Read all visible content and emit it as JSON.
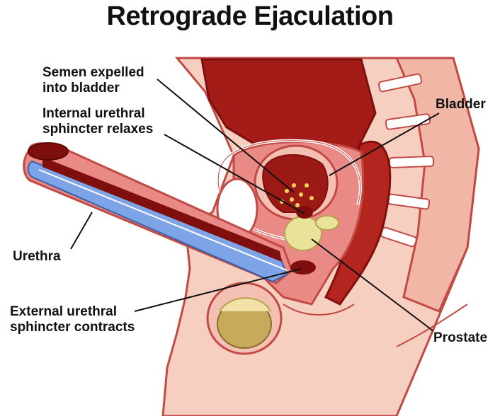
{
  "title": "Retrograde Ejaculation",
  "labels": {
    "semen_expelled": [
      "Semen expelled",
      "into bladder"
    ],
    "internal_sphincter": [
      "Internal urethral",
      "sphincter relaxes"
    ],
    "bladder": "Bladder",
    "urethra": "Urethra",
    "external_sphincter": [
      "External urethral",
      "sphincter contracts"
    ],
    "prostate": "Prostate"
  },
  "colors": {
    "skin": "#f7cfc0",
    "tissue": "#e98a86",
    "muscle": "#a31c18",
    "dark_muscle": "#7e0f0d",
    "urethra_blue": "#7da4e6",
    "prostate": "#e9e29a",
    "testis": "#c9a95c"
  }
}
